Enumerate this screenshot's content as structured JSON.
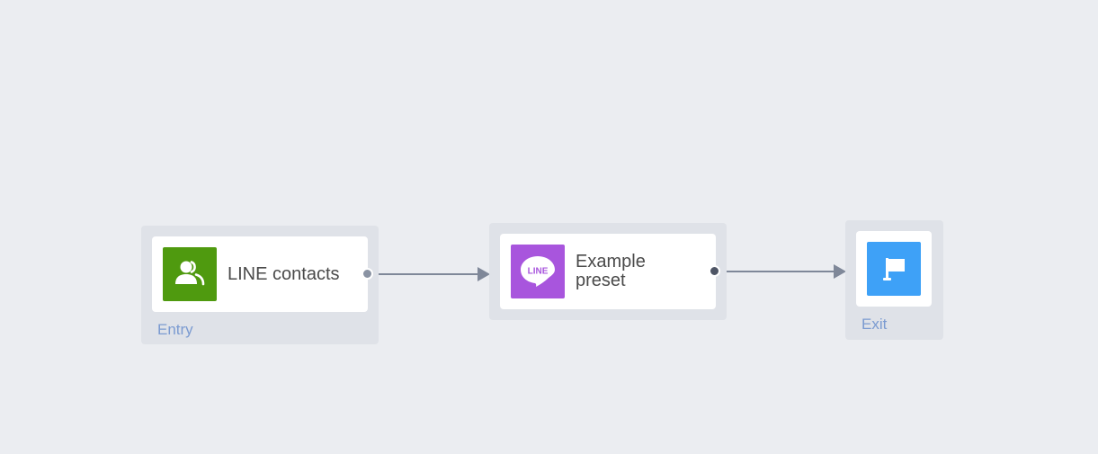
{
  "flow": {
    "entry": {
      "label": "LINE contacts",
      "caption": "Entry",
      "icon": "contacts-icon",
      "icon_color": "#4f9a0f"
    },
    "preset": {
      "label_line1": "Example",
      "label_line2": "preset",
      "icon": "line-logo-icon",
      "icon_text": "LINE",
      "icon_color": "#a855dd"
    },
    "exit": {
      "caption": "Exit",
      "icon": "flag-icon",
      "icon_color": "#3ea1f7"
    },
    "edge_color": "#7f8899"
  }
}
